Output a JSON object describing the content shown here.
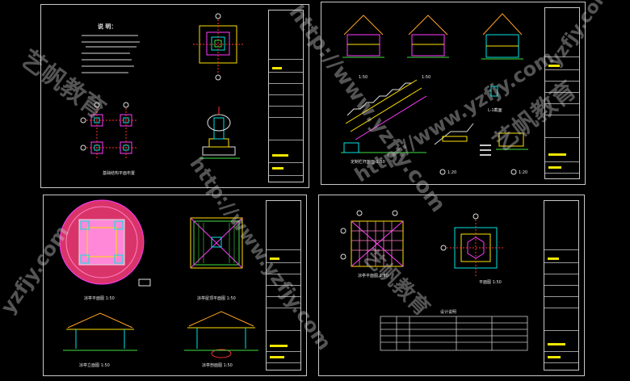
{
  "sheet1": {
    "notes_title": "说 明：",
    "caption_foundation": "基础结构平面布置"
  },
  "sheet2": {
    "scale_1": "1:50",
    "scale_2": "1:50",
    "scale_3": "1:20",
    "scale_4": "1:20",
    "caption_stair": "定制栏杆剖面 1:50",
    "caption_detail": "L-1截面"
  },
  "sheet3": {
    "caption_plan": "凉亭平面图 1:50",
    "caption_roof": "凉亭屋顶平面图 1:50",
    "caption_elev1": "凉亭立面图 1:50",
    "caption_elev2": "凉亭剖面图 1:50"
  },
  "sheet4": {
    "caption_plan": "凉亭平面图 1:50",
    "caption_roofplan": "平面图 1:50",
    "table_title": "设计说明"
  },
  "watermark": {
    "cn": "艺帆教育",
    "url": "http://www.yzfjy.com",
    "domain": "yzfjy.com"
  },
  "colors": {
    "background": "#000000",
    "frame": "#c8c8c8",
    "title_highlight": "#f2e600",
    "magenta": "#ff3cff",
    "cyan": "#00e5e5",
    "yellow": "#ffe100",
    "red": "#ff3030",
    "green": "#40e040",
    "orange": "#ffa020"
  }
}
